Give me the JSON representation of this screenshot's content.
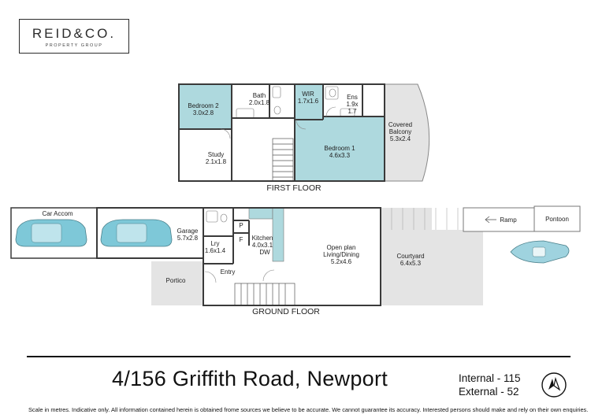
{
  "brand": {
    "name": "REID&CO.",
    "tagline": "PROPERTY GROUP"
  },
  "colors": {
    "room_fill": "#aed9de",
    "outdoor_fill": "#e4e4e4",
    "wall": "#3a3a3a",
    "text": "#222222"
  },
  "first_floor": {
    "label": "FIRST FLOOR",
    "rooms": [
      {
        "name": "Bedroom 2",
        "size": "3.0x2.8"
      },
      {
        "name": "Bath",
        "size": "2.0x1.8"
      },
      {
        "name": "WIR",
        "size": "1.7x1.6"
      },
      {
        "name": "Ens",
        "size_line1": "1.9x",
        "size_line2": "1.7"
      },
      {
        "name_line1": "Covered",
        "name_line2": "Balcony",
        "size": "5.3x2.4"
      },
      {
        "name": "Study",
        "size": "2.1x1.8"
      },
      {
        "name": "Bedroom 1",
        "size": "4.6x3.3"
      }
    ]
  },
  "ground_floor": {
    "label": "GROUND FLOOR",
    "rooms": [
      {
        "name": "Car Accom"
      },
      {
        "name": "Garage",
        "size": "5.7x2.8"
      },
      {
        "name": "Lry",
        "size": "1.6x1.4"
      },
      {
        "name": "Kitchen",
        "size": "4.0x3.1"
      },
      {
        "name_line1": "Open plan",
        "name_line2": "Living/Dining",
        "size": "5.2x4.6"
      },
      {
        "name": "Courtyard",
        "size": "6.4x5.3"
      },
      {
        "name": "Portico"
      },
      {
        "name": "Entry"
      },
      {
        "name": "Ramp"
      },
      {
        "name": "Pontoon"
      }
    ],
    "fixtures": {
      "pantry": "P",
      "fridge": "F",
      "dishwasher": "DW"
    }
  },
  "footer": {
    "address": "4/156 Griffith Road, Newport",
    "internal": "Internal - 115",
    "external": "External - 52",
    "disclaimer": "Scale in metres. Indicative only. All information contained herein is obtained frome sources we believe to be accurate. We cannot guarantee its accuracy. Interested persons should make and rely on their own enquiries."
  },
  "icons": {
    "compass": "north-arrow-icon",
    "ramp_arrow": "arrow-left-icon",
    "car": "car-icon",
    "boat": "boat-icon"
  }
}
